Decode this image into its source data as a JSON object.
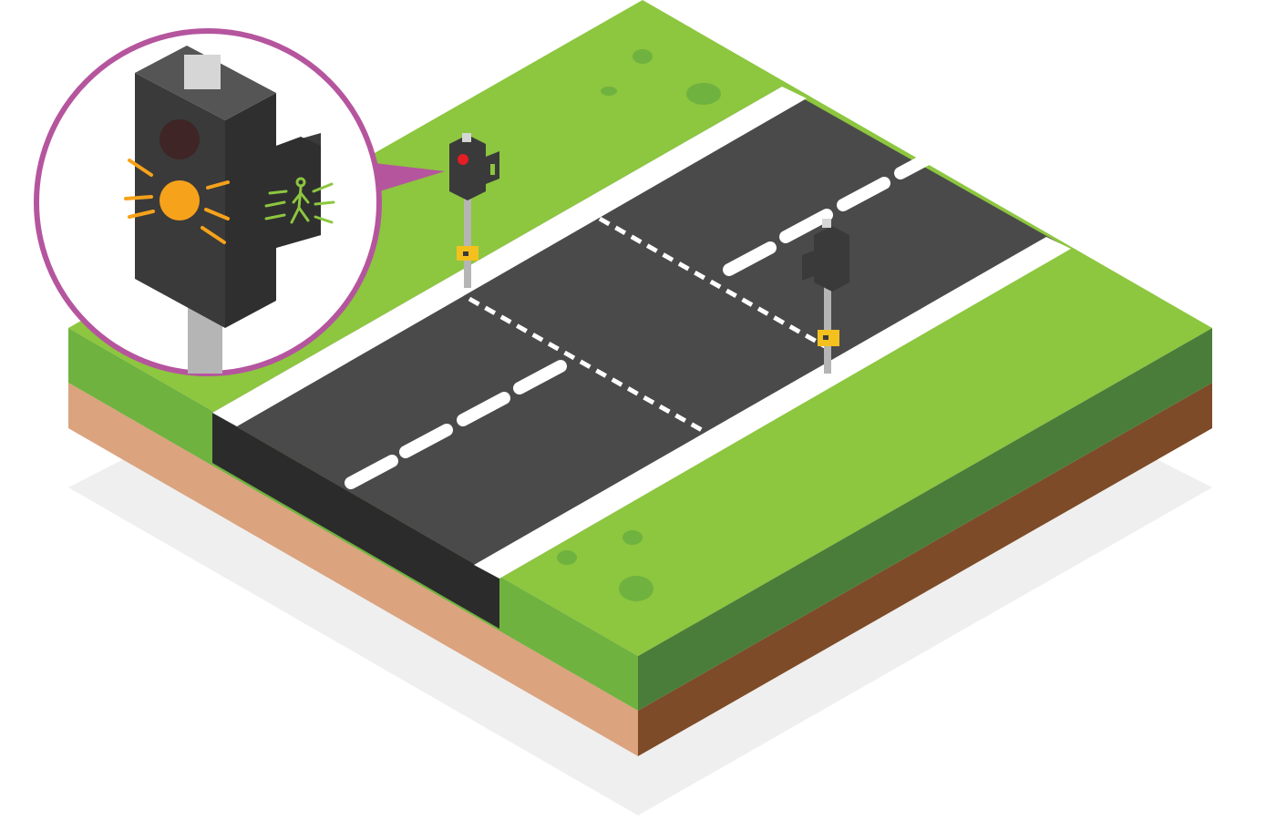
{
  "scene": {
    "subject": "pelican-crossing",
    "road_markings": {
      "centre_line": "dashed-white",
      "crossing_studs": "dashed-white-lines",
      "edge_lines": "solid-white"
    },
    "signals": [
      {
        "id": "near-signal",
        "aspect_shown": "red",
        "pedestrian_aspect": "green-walking-man"
      },
      {
        "id": "far-signal",
        "aspect_shown": "back-view"
      }
    ],
    "callout": {
      "aspect_shown": "flashing-amber",
      "pedestrian_aspect": "flashing-green-walking-man",
      "points_to": "near-signal"
    }
  },
  "colors": {
    "grass_top": "#8dc63f",
    "grass_side_left": "#6fb23f",
    "grass_side_right": "#4b7d3a",
    "soil_left": "#dba37e",
    "soil_right": "#7d4b27",
    "road": "#4a4a4a",
    "road_edge": "#2b2b2b",
    "marking": "#ffffff",
    "signal_body": "#3a3a3a",
    "red_aspect": "#e31e24",
    "amber_aspect": "#f7a21b",
    "green_aspect": "#8dc63f",
    "button_box": "#f4c01e",
    "callout_ring": "#b5559e",
    "shadow": "#efefef"
  }
}
